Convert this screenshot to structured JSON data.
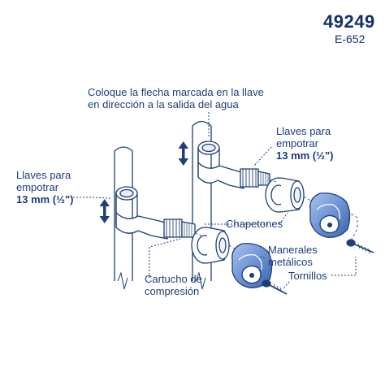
{
  "product": {
    "code": "49249",
    "model": "E-652"
  },
  "labels": {
    "arrow_note_line1": "Coloque la flecha marcada en la llave",
    "arrow_note_line2": "en dirección a la salida del agua",
    "valve_right_line1": "Llaves para",
    "valve_right_line2": "empotrar",
    "valve_right_line3": "13 mm (½\")",
    "valve_left_line1": "Llaves para",
    "valve_left_line2": "empotrar",
    "valve_left_line3": "13 mm (½\")",
    "escutcheons": "Chapetones",
    "handles_line1": "Manerales",
    "handles_line2": "metálicos",
    "screws": "Tornillos",
    "cartridge_line1": "Cartucho de",
    "cartridge_line2": "compresión"
  },
  "colors": {
    "line": "#1d3e78",
    "accent": "#2b5ba8",
    "part_fill": "#ffffff",
    "handle_fill": "#6d93d4"
  }
}
